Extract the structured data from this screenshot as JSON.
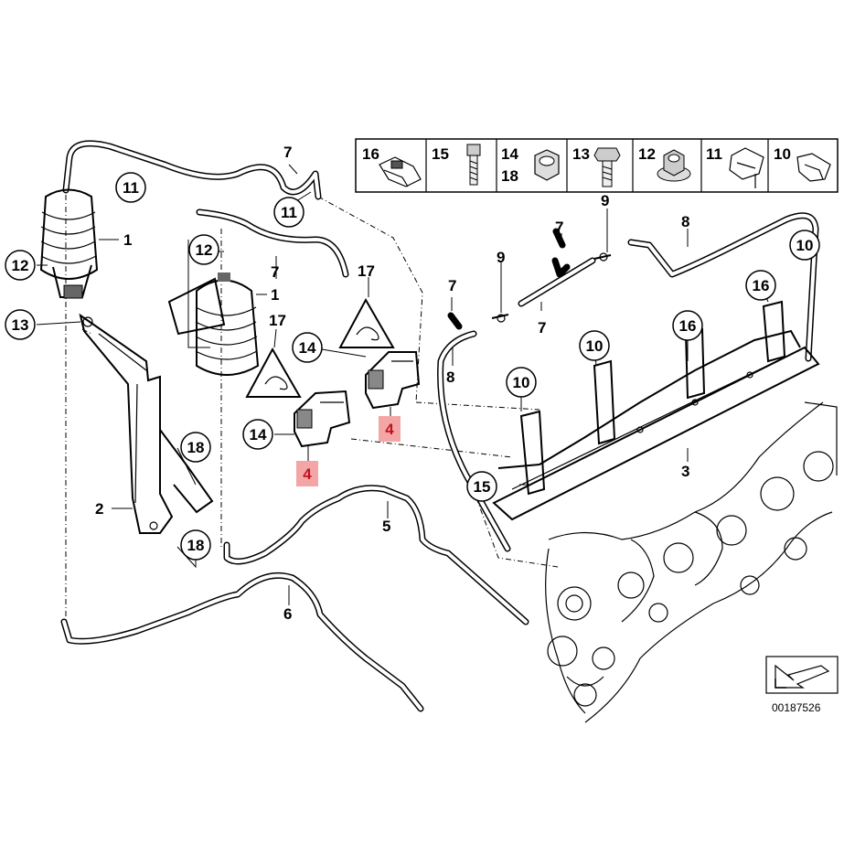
{
  "diagram": {
    "reference_number": "00187526",
    "parts_legend": [
      {
        "key": "16",
        "label": "16",
        "icon": "clip-icon"
      },
      {
        "key": "15",
        "label": "15",
        "icon": "bolt-icon"
      },
      {
        "key": "14-18",
        "label": "14",
        "label2": "18",
        "icon": "nut-icon"
      },
      {
        "key": "13",
        "label": "13",
        "icon": "hex-bolt-icon"
      },
      {
        "key": "12",
        "label": "12",
        "icon": "flange-nut-icon"
      },
      {
        "key": "11",
        "label": "11",
        "icon": "hose-clamp-icon"
      },
      {
        "key": "10",
        "label": "10",
        "icon": "cable-clip-icon"
      }
    ],
    "callouts": {
      "c11a": "11",
      "c11b": "11",
      "c12a": "12",
      "c12b": "12",
      "c13": "13",
      "c14a": "14",
      "c14b": "14",
      "c18a": "18",
      "c18b": "18",
      "c10a": "10",
      "c10b": "10",
      "c10c": "10",
      "c16a": "16",
      "c16b": "16",
      "c15": "15"
    },
    "labels": {
      "l7a": "7",
      "l7b": "7",
      "l7c": "7",
      "l7d": "7",
      "l7e": "7",
      "l1a": "1",
      "l1b": "1",
      "l17a": "17",
      "l17b": "17",
      "l9a": "9",
      "l9b": "9",
      "l8a": "8",
      "l8b": "8",
      "l2": "2",
      "l3": "3",
      "l5": "5",
      "l6": "6"
    },
    "highlighted": {
      "h4a": "4",
      "h4b": "4"
    },
    "highlight_color": "#f4a6a6",
    "highlight_text_color": "#c1121f"
  }
}
